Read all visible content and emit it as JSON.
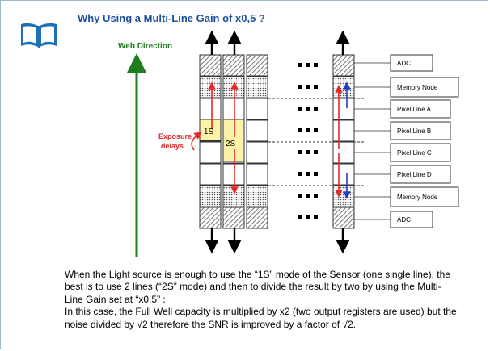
{
  "slide": {
    "title": "Why Using a Multi-Line Gain of x0,5 ?"
  },
  "diagram": {
    "web_direction_label": "Web Direction",
    "exposure_label_line1": "Exposure",
    "exposure_label_line2": "delays",
    "mode_1s": "1S",
    "mode_2s": "2S",
    "ellipsis": "■ ■ ■",
    "labels": {
      "adc_top": "ADC",
      "memory_top": "Memory Node",
      "pixel_a": "Pixel Line A",
      "pixel_b": "Pixel Line B",
      "pixel_c": "Pixel Line C",
      "pixel_d": "Pixel Line D",
      "memory_bottom": "Memory Node",
      "adc_bottom": "ADC"
    },
    "colors": {
      "arrow_red": "#e8272a",
      "arrow_blue": "#1f3fbf",
      "web_arrow": "#1e7d1e",
      "highlight": "#fdf3a6",
      "title": "#1f4e9c"
    }
  },
  "explanation": {
    "line1": "When the Light source is enough to use the “1S” mode of the Sensor (one single line), the",
    "line2": "best is to use 2 lines (“2S” mode) and then to divide the result by two by using the Multi-",
    "line3": "Line Gain set at “x0,5” :",
    "line4": "In this case, the Full Well capacity is multiplied by x2 (two output registers are used) but the",
    "line5": "noise divided by √2 therefore the SNR is improved by a factor of √2."
  }
}
